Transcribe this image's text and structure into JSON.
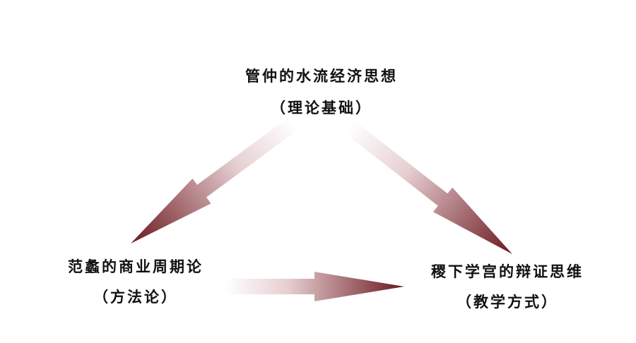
{
  "nodes": {
    "top": {
      "title": "管仲的水流经济思想",
      "subtitle": "（理论基础）"
    },
    "left": {
      "title": "范蠡的商业周期论",
      "subtitle": "（方法论）"
    },
    "right": {
      "title": "稷下学宫的辩证思维",
      "subtitle": "（教学方式）"
    }
  },
  "colors": {
    "arrow_start": "#ffffff",
    "arrow_end": "#6b1820"
  }
}
